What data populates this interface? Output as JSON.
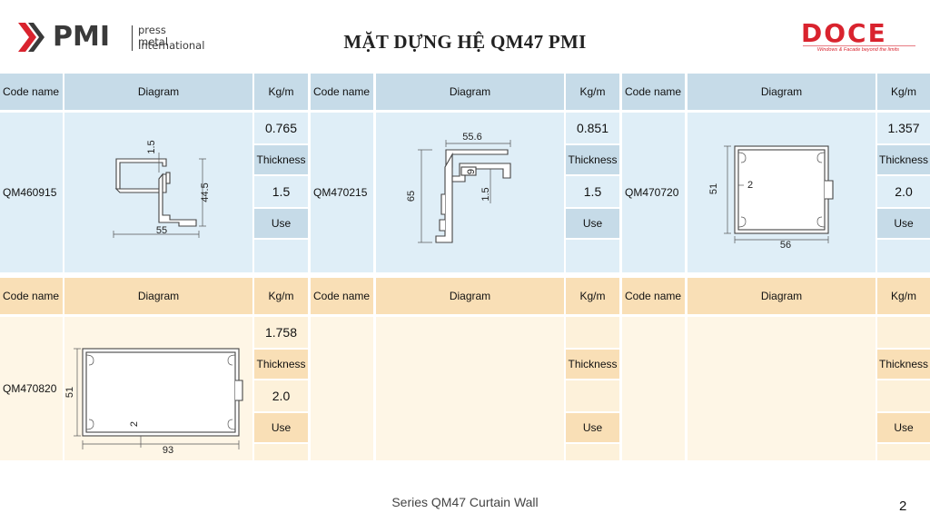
{
  "header": {
    "brand_left": {
      "mark": "PMI",
      "line1": "press metal",
      "line2": "International"
    },
    "title": "MẶT DỰNG HỆ QM47 PMI",
    "brand_right": {
      "name": "DOCE",
      "tagline": "Windows & Facade beyond the limits"
    }
  },
  "table": {
    "headers": {
      "code": "Code name",
      "diagram": "Diagram",
      "kg": "Kg/m"
    },
    "row_labels": {
      "thickness": "Thickness",
      "use": "Use"
    },
    "profiles": [
      {
        "code": "QM460915",
        "kg": "0.765",
        "thickness": "1.5",
        "dims": [
          "1.5",
          "44.5",
          "55"
        ]
      },
      {
        "code": "QM470215",
        "kg": "0.851",
        "thickness": "1.5",
        "dims": [
          "55.6",
          "65",
          "9",
          "1.5"
        ]
      },
      {
        "code": "QM470720",
        "kg": "1.357",
        "thickness": "2.0",
        "dims": [
          "51",
          "2",
          "56"
        ]
      },
      {
        "code": "QM470820",
        "kg": "1.758",
        "thickness": "2.0",
        "dims": [
          "51",
          "2",
          "93"
        ]
      },
      {
        "code": "",
        "kg": "",
        "thickness": ""
      },
      {
        "code": "",
        "kg": "",
        "thickness": ""
      }
    ]
  },
  "footer": {
    "title": "Series QM47 Curtain Wall",
    "page": "2"
  },
  "colors": {
    "header_blue": "#c6dbe8",
    "body_blue": "#dfeef7",
    "header_orange": "#f9dfb6",
    "body_orange": "#fdf1da",
    "brand_red": "#d9232e"
  }
}
